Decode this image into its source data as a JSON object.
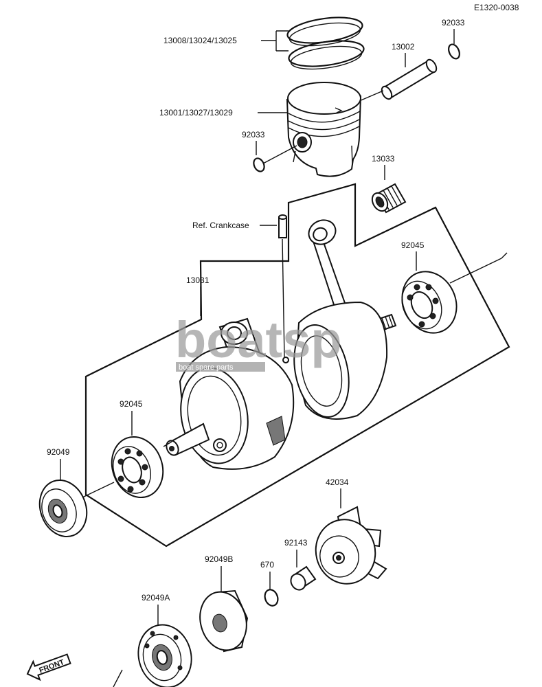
{
  "diagram": {
    "drawing_code": "E1320-0038",
    "labels": {
      "rings": "13008/13024/13025",
      "circlip_top": "92033",
      "piston_pin": "13002",
      "piston": "13001/13027/13029",
      "circlip_left": "92033",
      "needle_bearing": "13033",
      "ref_crankcase": "Ref. Crankcase",
      "bearing_right": "92045",
      "crankshaft": "13031",
      "bearing_left": "92045",
      "seal_left": "92049",
      "coupling": "42034",
      "collar": "92143",
      "seal_b": "92049B",
      "oring": "670",
      "seal_a": "92049A"
    },
    "front_arrow": "FRONT"
  },
  "watermark": {
    "logo_text": "boatsp",
    "tagline": "boat spare parts"
  }
}
